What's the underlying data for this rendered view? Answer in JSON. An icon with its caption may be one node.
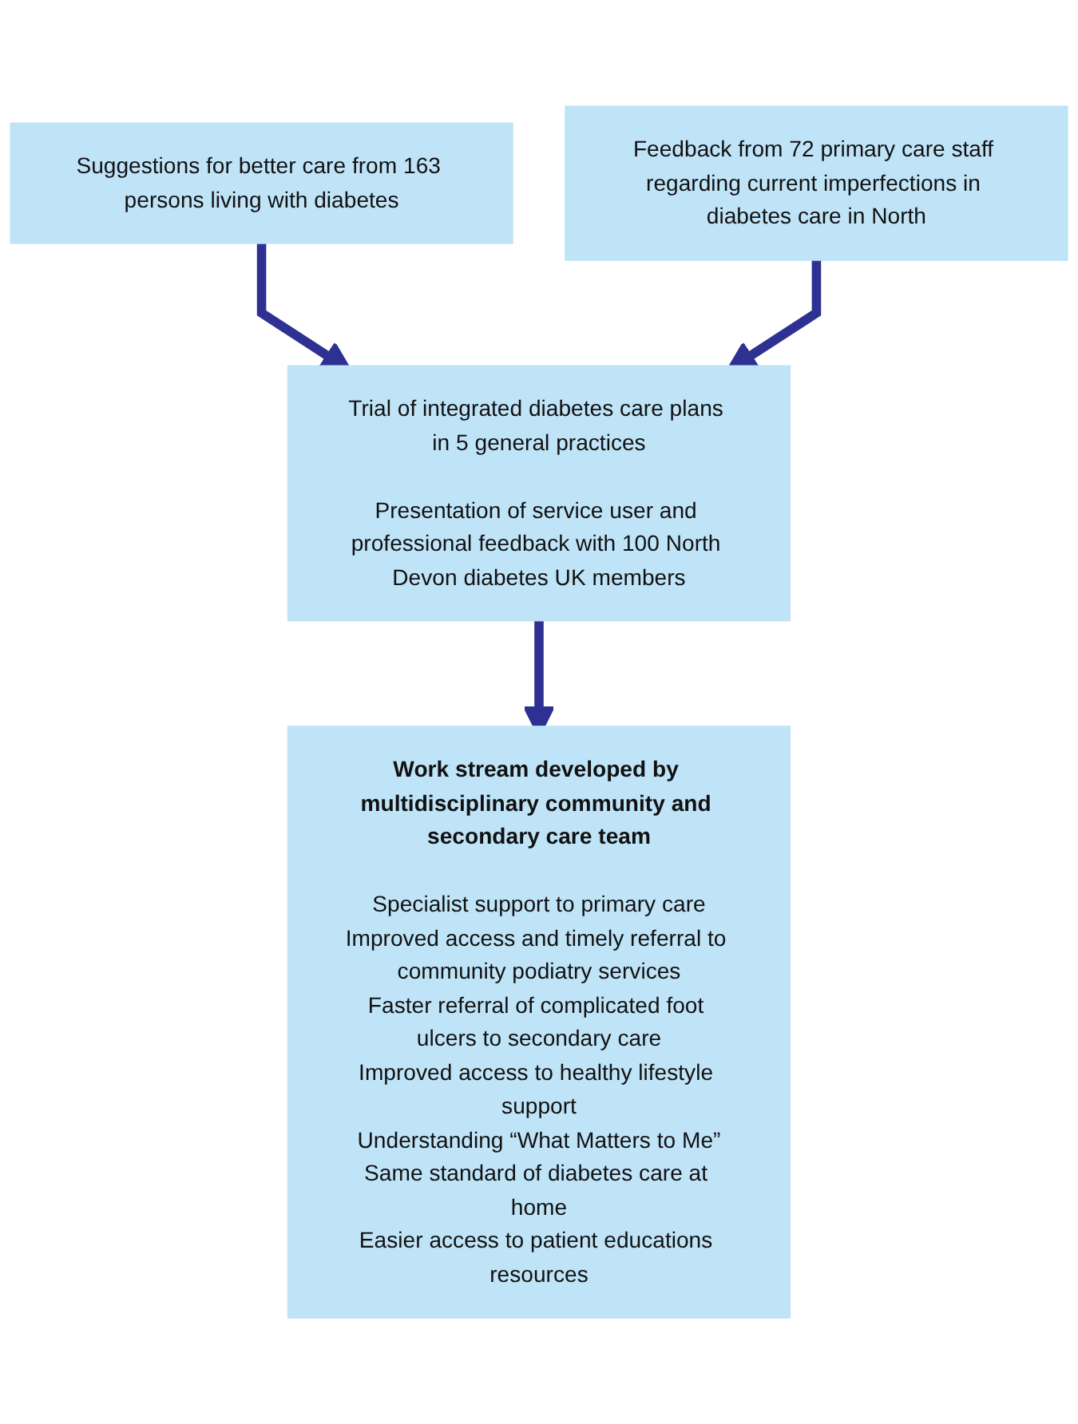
{
  "diagram": {
    "nodes": [
      {
        "text": [
          "Suggestions for better care from 163 persons living with diabetes"
        ]
      },
      {
        "text": [
          "Feedback from 72 primary care staff regarding current imperfections in diabetes care in North"
        ]
      },
      {
        "text": [
          "Trial of integrated diabetes care plans in 5 general practices",
          "Presentation of service user and professional feedback with 100 North Devon diabetes UK members"
        ]
      },
      {
        "text": [
          "Work stream developed by multidisciplinary community and secondary care team",
          "Specialist support to primary care",
          "Improved access and timely referral to community podiatry services",
          "Faster referral of complicated foot ulcers to secondary care",
          "Improved access to healthy lifestyle support",
          "Understanding “What Matters to Me”",
          "Same standard of diabetes care at home",
          "Easier access to patient educations resources"
        ]
      }
    ],
    "edges": [
      {
        "from": 0,
        "to": 2,
        "arrow": "to"
      },
      {
        "from": 1,
        "to": 2,
        "arrow": "to"
      },
      {
        "from": 2,
        "to": 3,
        "arrow": "to"
      }
    ]
  }
}
